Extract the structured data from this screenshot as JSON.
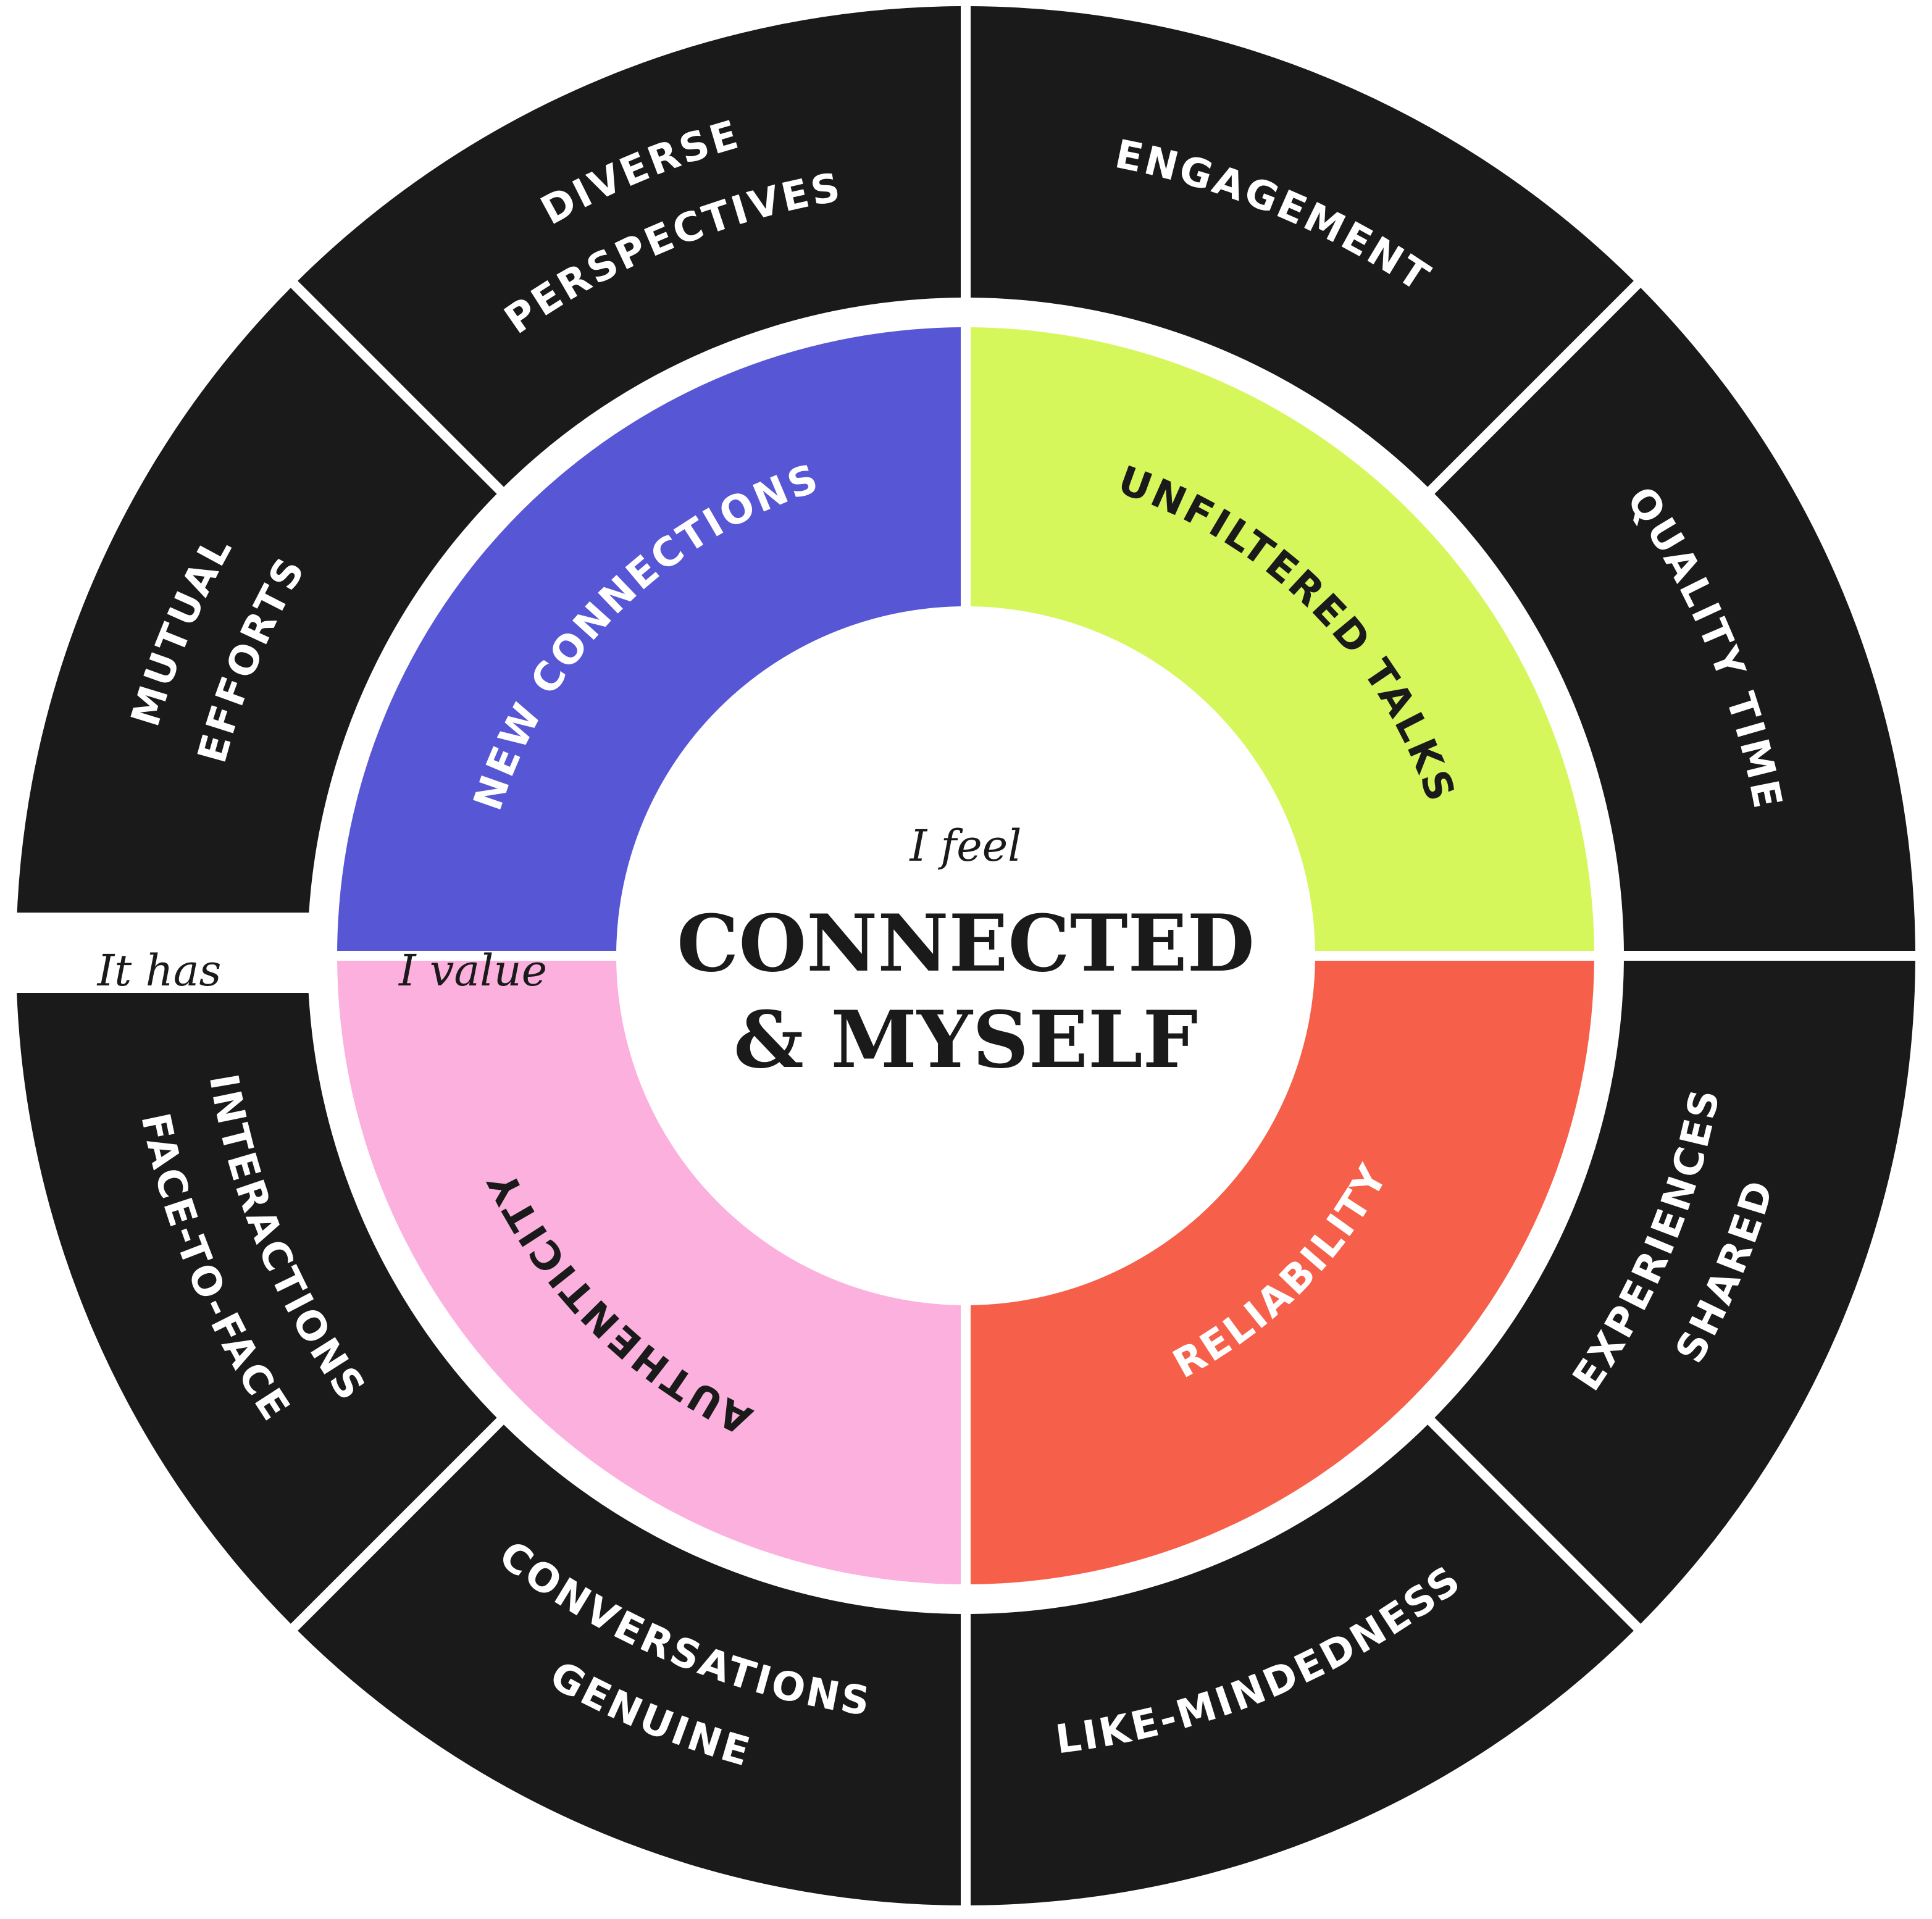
{
  "center": {
    "intro": "I feel",
    "line1": "CONNECTED",
    "line2": "& MYSELF"
  },
  "ring_labels": {
    "outer": "It has",
    "inner": "I value"
  },
  "colors": {
    "background": "#ffffff",
    "outer_ring": "#1a1a1a",
    "new_connections": "#5757d6",
    "unfiltered_talks": "#d5f75c",
    "authenticity": "#fbb0de",
    "reliability": "#f6604a"
  },
  "inner_segments": [
    {
      "id": "new-connections",
      "label": "NEW CONNECTIONS",
      "color": "#5757d6",
      "text_color": "#ffffff"
    },
    {
      "id": "unfiltered-talks",
      "label": "UNFILTERED TALKS",
      "color": "#d5f75c",
      "text_color": "#1a1a1a"
    },
    {
      "id": "reliability",
      "label": "RELIABILITY",
      "color": "#f6604a",
      "text_color": "#ffffff"
    },
    {
      "id": "authenticity",
      "label": "AUTHENTICITY",
      "color": "#fbb0de",
      "text_color": "#1a1a1a"
    }
  ],
  "outer_segments": [
    {
      "id": "diverse-perspectives",
      "lines": [
        "DIVERSE",
        "PERSPECTIVES"
      ]
    },
    {
      "id": "engagement",
      "lines": [
        "ENGAGEMENT"
      ]
    },
    {
      "id": "quality-time",
      "lines": [
        "QUALITY TIME"
      ]
    },
    {
      "id": "shared-experiences",
      "lines": [
        "SHARED",
        "EXPERIENCES"
      ]
    },
    {
      "id": "like-mindedness",
      "lines": [
        "LIKE-MINDEDNESS"
      ]
    },
    {
      "id": "genuine-conversations",
      "lines": [
        "GENUINE",
        "CONVERSATIONS"
      ]
    },
    {
      "id": "face-to-face-interactions",
      "lines": [
        "FACE-TO-FACE",
        "INTERACTIONS"
      ]
    },
    {
      "id": "mutual-efforts",
      "lines": [
        "MUTUAL",
        "EFFORTS"
      ]
    }
  ]
}
